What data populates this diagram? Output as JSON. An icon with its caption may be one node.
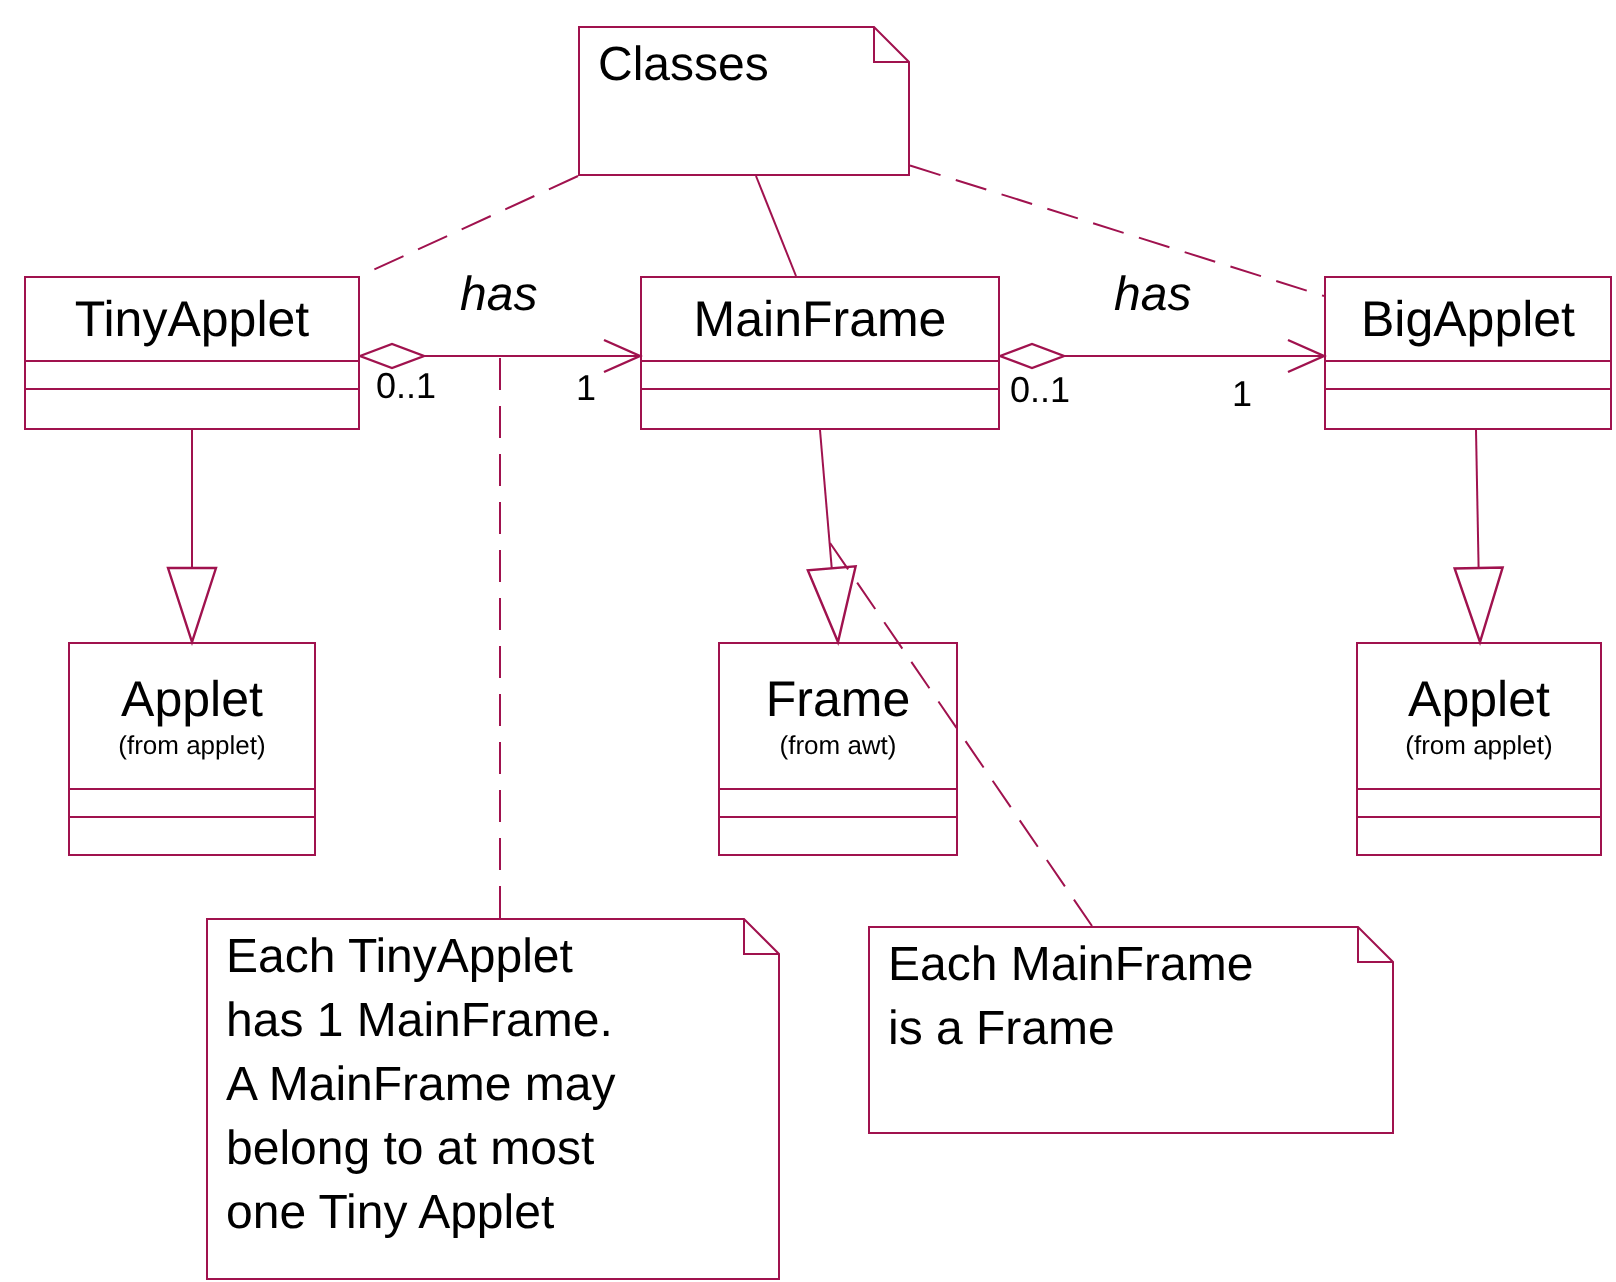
{
  "diagram": {
    "nodes": [
      {
        "text": [
          "Classes"
        ]
      },
      {
        "text": [
          "TinyApplet"
        ]
      },
      {
        "text": [
          "MainFrame"
        ]
      },
      {
        "text": [
          "BigApplet"
        ]
      },
      {
        "text": [
          "Applet",
          "(from applet)"
        ]
      },
      {
        "text": [
          "Frame",
          "(from awt)"
        ]
      },
      {
        "text": [
          "Applet",
          "(from applet)"
        ]
      },
      {
        "text": [
          "Each TinyApplet has 1 MainFrame. A MainFrame may belong to at most one Tiny Applet"
        ]
      },
      {
        "text": [
          "Each MainFrame is a Frame"
        ]
      }
    ],
    "edges": [
      {
        "from": 0,
        "to": 1,
        "arrow": "none",
        "style": "dashed"
      },
      {
        "from": 0,
        "to": 2,
        "arrow": "none"
      },
      {
        "from": 0,
        "to": 3,
        "arrow": "none",
        "style": "dashed"
      },
      {
        "from": 1,
        "to": 2,
        "arrow": "to",
        "label": "has"
      },
      {
        "from": 2,
        "to": 3,
        "arrow": "to",
        "label": "has"
      },
      {
        "from": 1,
        "to": 4,
        "arrow": "to"
      },
      {
        "from": 2,
        "to": 5,
        "arrow": "to"
      },
      {
        "from": 3,
        "to": 6,
        "arrow": "to"
      },
      {
        "from": 7,
        "to": null,
        "arrow": "none",
        "style": "dashed"
      },
      {
        "from": 8,
        "to": null,
        "arrow": "none",
        "style": "dashed"
      }
    ],
    "labels": [
      "0..1",
      "1",
      "0..1",
      "1"
    ]
  }
}
